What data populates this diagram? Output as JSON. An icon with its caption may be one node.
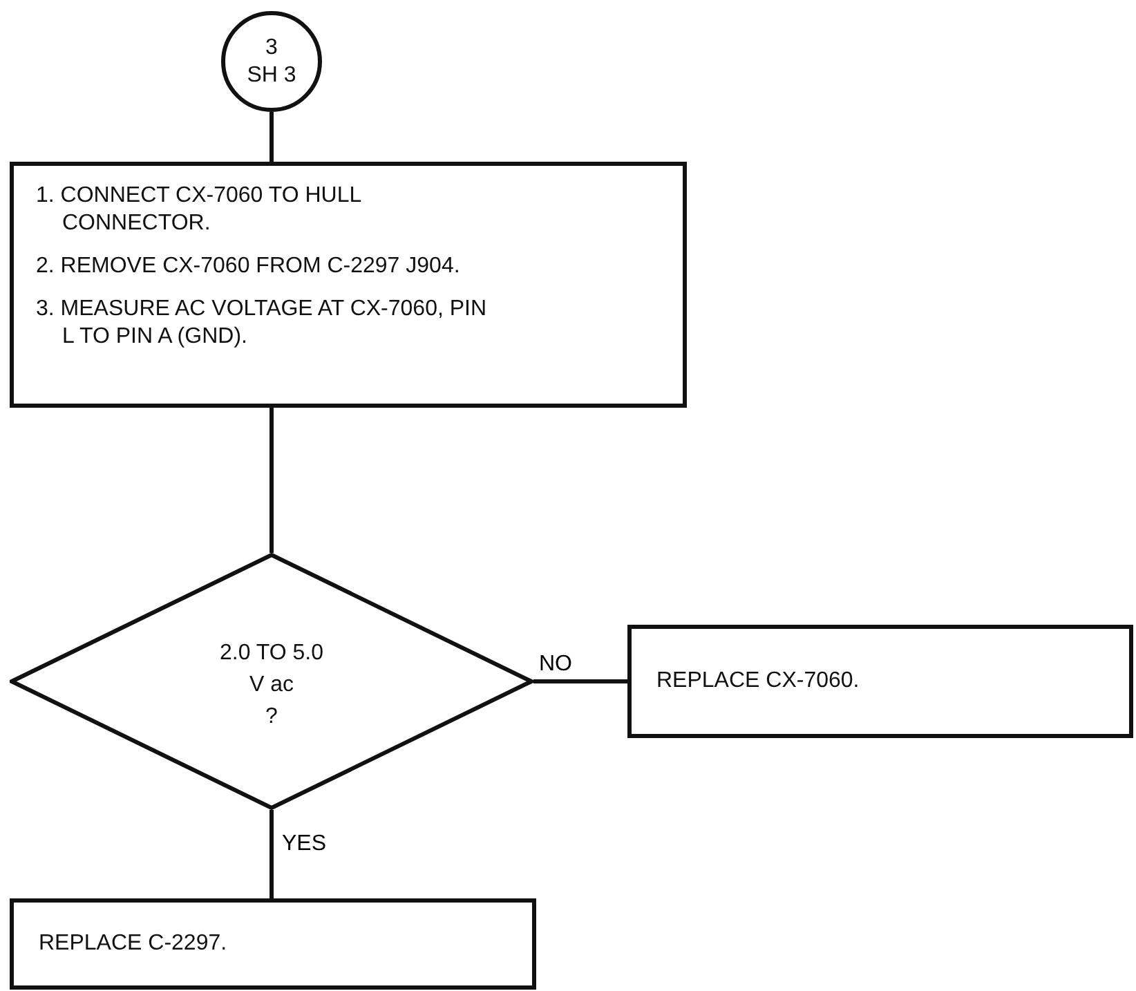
{
  "diagram": {
    "nodes": [
      {
        "text": [
          "3",
          "SH 3"
        ]
      },
      {
        "text": [
          "1. CONNECT CX-7060 TO HULL CONNECTOR.",
          "2. REMOVE CX-7060 FROM C-2297 J904.",
          "3. MEASURE AC VOLTAGE AT CX-7060, PIN L TO PIN A (GND)."
        ]
      },
      {
        "text": [
          "2.0 TO 5.0",
          "V ac",
          "?"
        ]
      },
      {
        "text": [
          "REPLACE CX-7060."
        ]
      },
      {
        "text": [
          "REPLACE C-2297."
        ]
      }
    ],
    "edges": [
      {
        "from": 0,
        "to": 1,
        "arrow": "none"
      },
      {
        "from": 1,
        "to": 2,
        "arrow": "none"
      },
      {
        "from": 2,
        "to": 3,
        "arrow": "none",
        "label": "NO"
      },
      {
        "from": 2,
        "to": 4,
        "arrow": "none",
        "label": "YES"
      }
    ]
  }
}
